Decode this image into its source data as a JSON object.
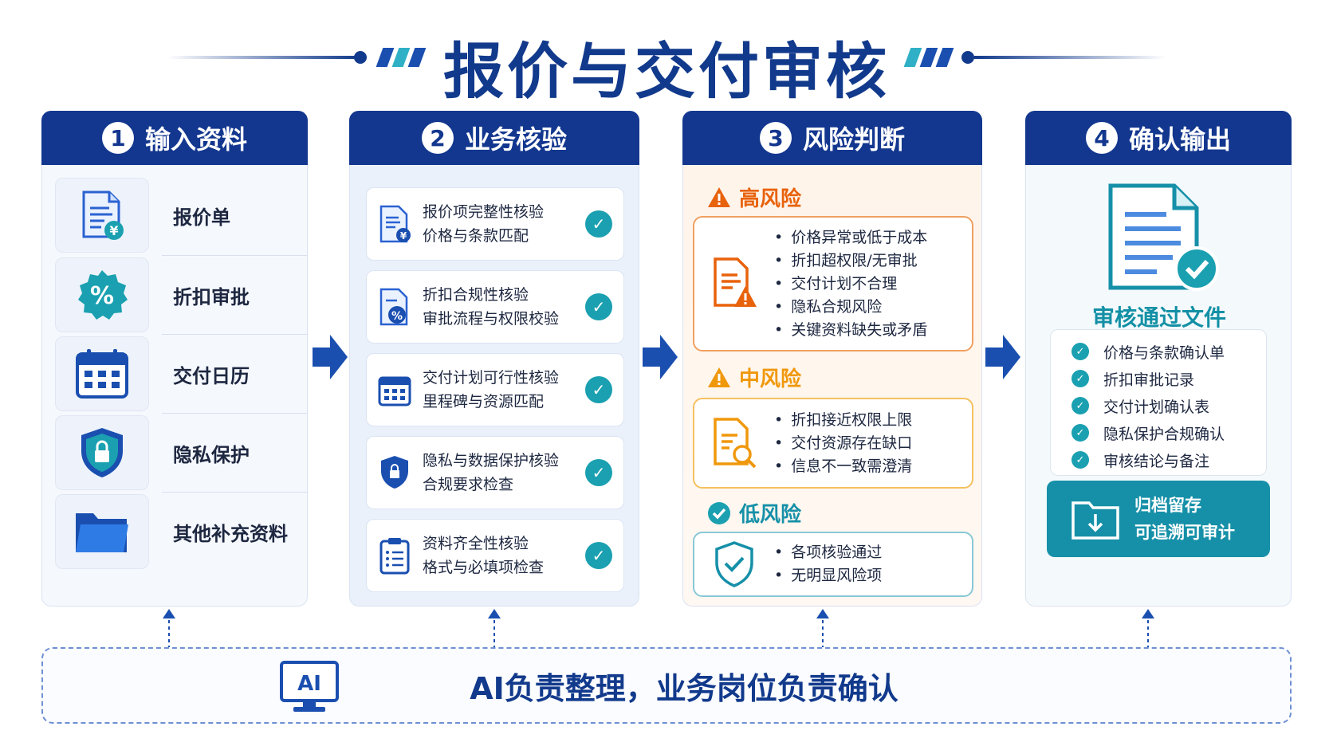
{
  "title": "报价与交付审核",
  "columns": [
    {
      "num": "1",
      "title": "输入资料",
      "items": [
        {
          "label": "报价单",
          "icon": "quote-document-icon"
        },
        {
          "label": "折扣审批",
          "icon": "percent-badge-icon"
        },
        {
          "label": "交付日历",
          "icon": "calendar-icon"
        },
        {
          "label": "隐私保护",
          "icon": "shield-lock-icon"
        },
        {
          "label": "其他补充资料",
          "icon": "folder-icon"
        }
      ]
    },
    {
      "num": "2",
      "title": "业务核验",
      "checks": [
        {
          "line1": "报价项完整性核验",
          "line2": "价格与条款匹配",
          "icon": "quote-document-icon"
        },
        {
          "line1": "折扣合规性核验",
          "line2": "审批流程与权限校验",
          "icon": "percent-document-icon"
        },
        {
          "line1": "交付计划可行性核验",
          "line2": "里程碑与资源匹配",
          "icon": "calendar-icon"
        },
        {
          "line1": "隐私与数据保护核验",
          "line2": "合规要求检查",
          "icon": "shield-lock-icon"
        },
        {
          "line1": "资料齐全性核验",
          "line2": "格式与必填项检查",
          "icon": "clipboard-icon"
        }
      ]
    },
    {
      "num": "3",
      "title": "风险判断",
      "risks": [
        {
          "level": "高风险",
          "color": "#e8620c",
          "icon": "warning-icon",
          "items": [
            "价格异常或低于成本",
            "折扣超权限/无审批",
            "交付计划不合理",
            "隐私合规风险",
            "关键资料缺失或矛盾"
          ]
        },
        {
          "level": "中风险",
          "color": "#f0980c",
          "icon": "warning-icon",
          "items": [
            "折扣接近权限上限",
            "交付资源存在缺口",
            "信息不一致需澄清"
          ]
        },
        {
          "level": "低风险",
          "color": "#1690a8",
          "icon": "check-circle-icon",
          "items": [
            "各项核验通过",
            "无明显风险项"
          ]
        }
      ]
    },
    {
      "num": "4",
      "title": "确认输出",
      "doc_caption": "审核通过文件",
      "outputs": [
        "价格与条款确认单",
        "折扣审批记录",
        "交付计划确认表",
        "隐私保护合规确认",
        "审核结论与备注"
      ],
      "archive_line1": "归档留存",
      "archive_line2": "可追溯可审计"
    }
  ],
  "bottom": {
    "icon_label": "AI",
    "text": "AI负责整理，业务岗位负责确认"
  },
  "colors": {
    "navy": "#13378f",
    "teal": "#1690a8",
    "orange": "#e8620c",
    "amber": "#f0980c",
    "blue": "#1a4fb0"
  }
}
